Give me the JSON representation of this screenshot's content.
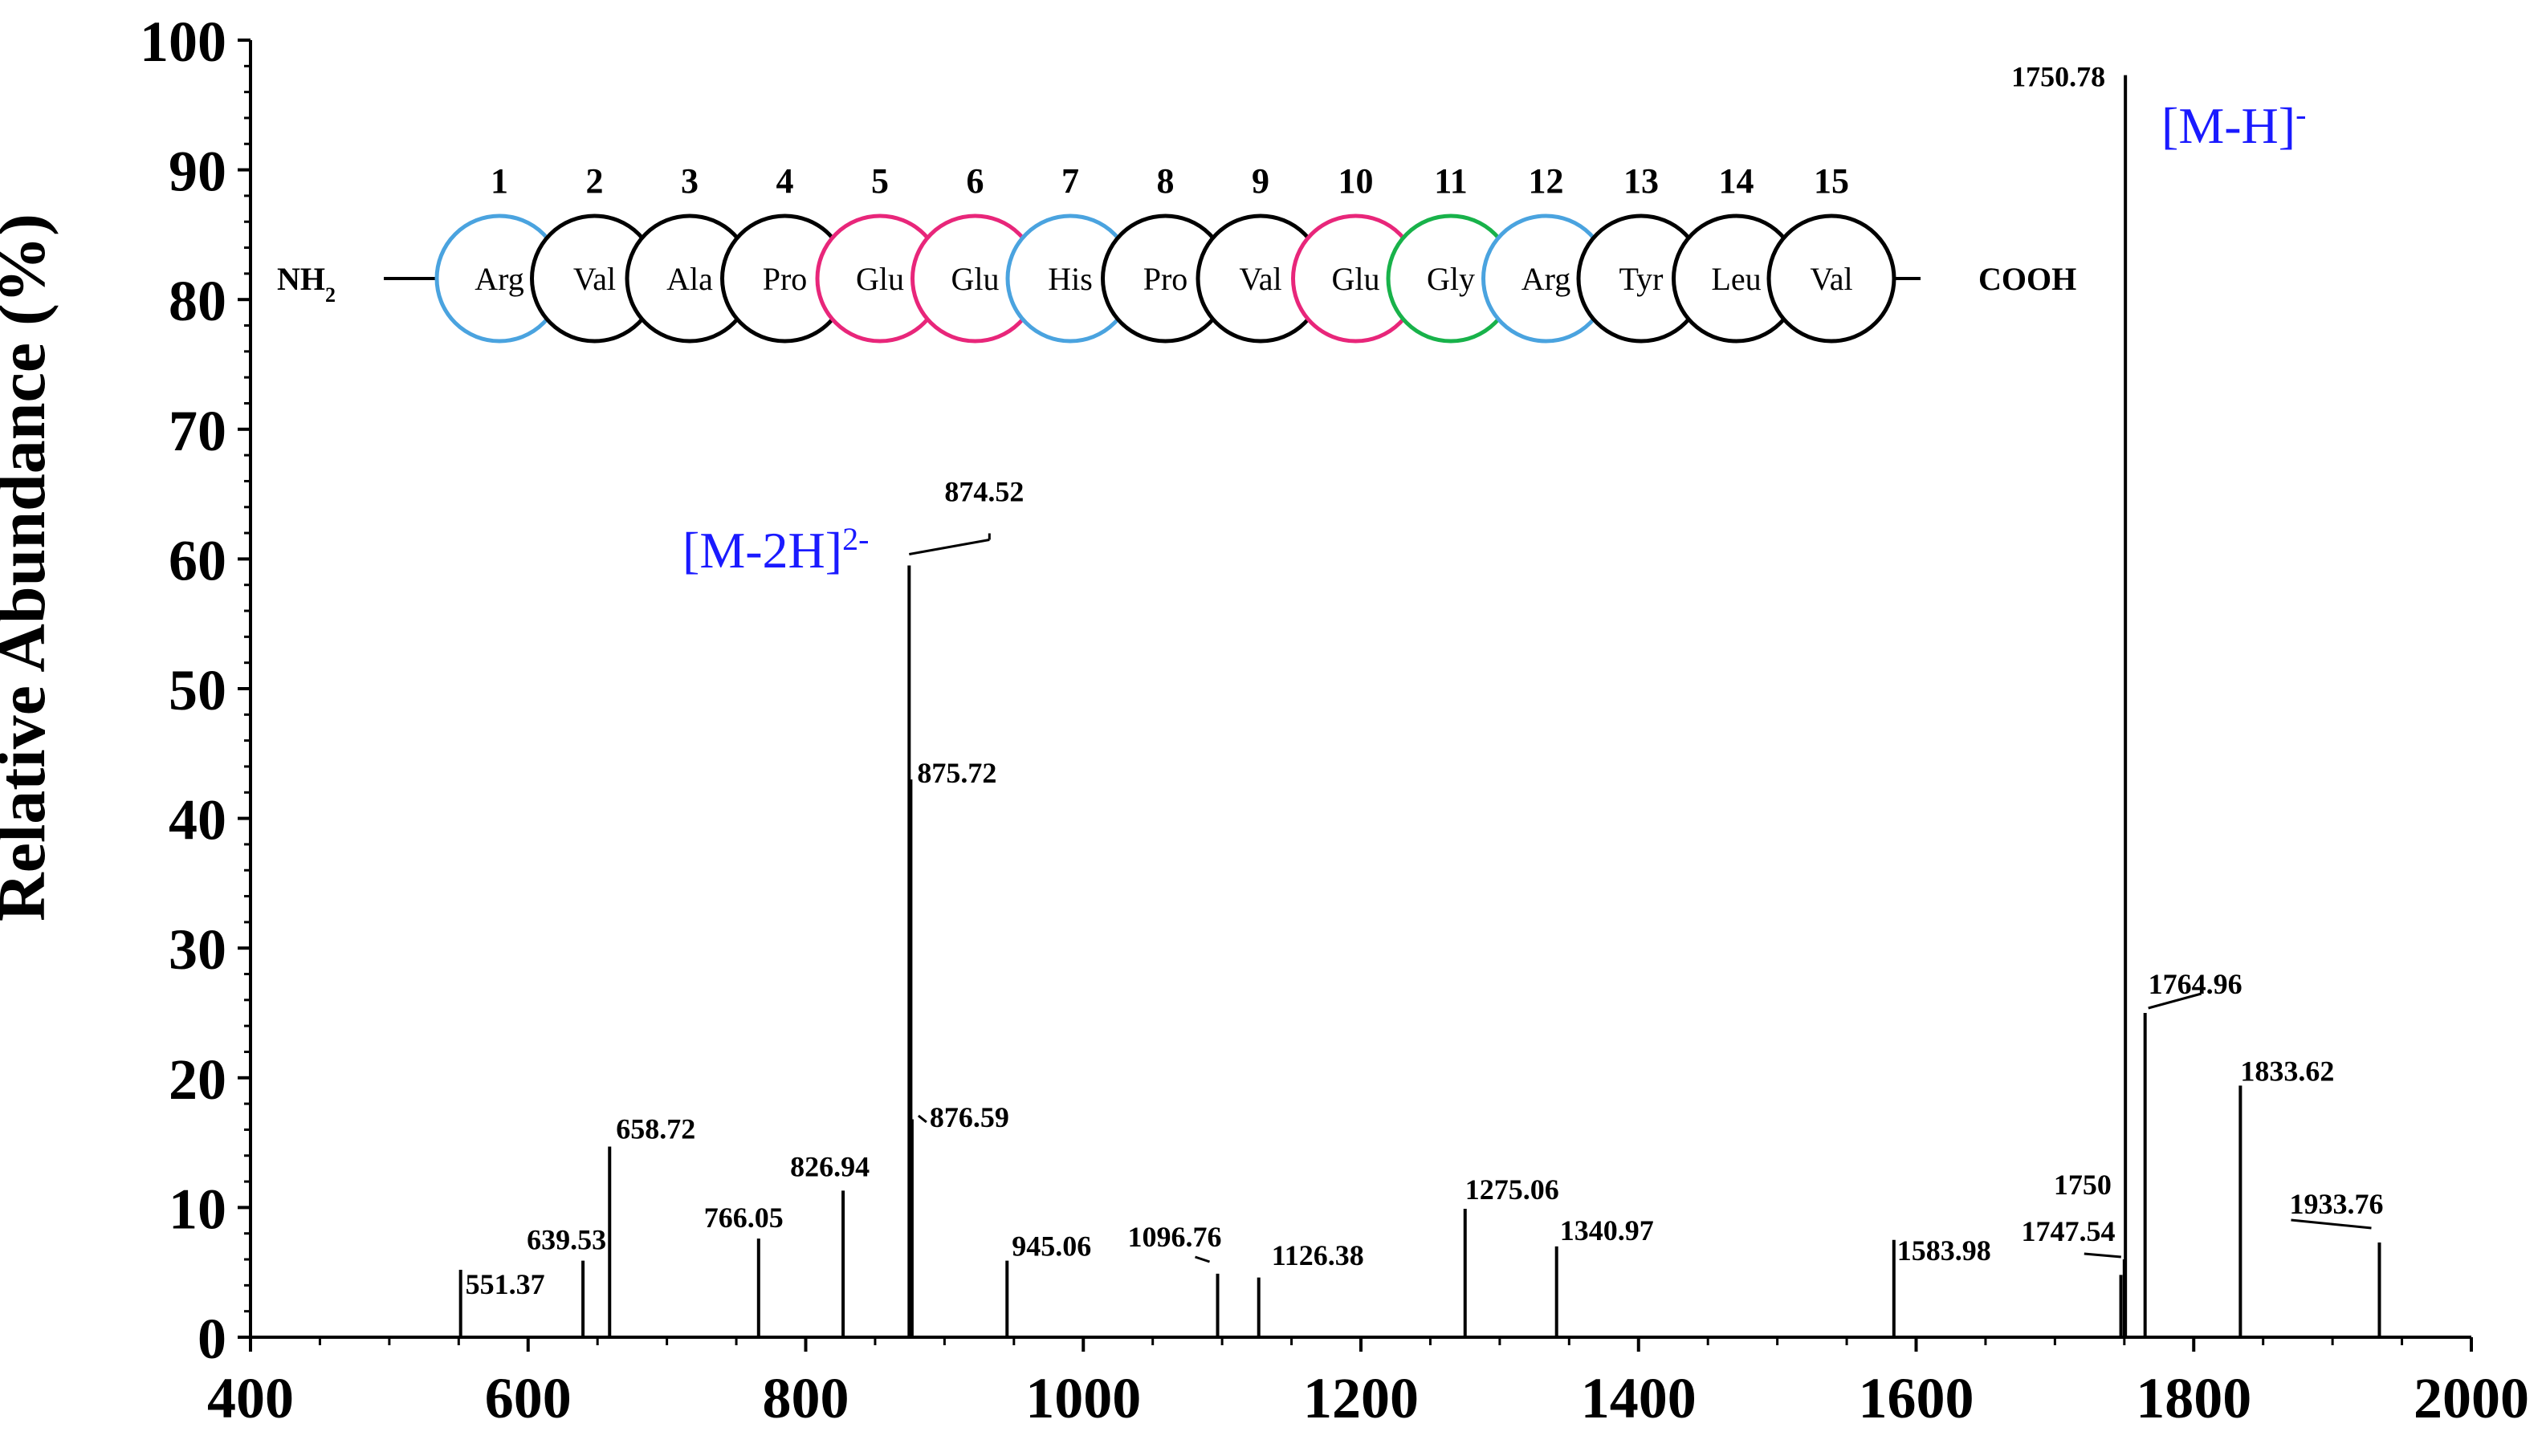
{
  "chart_data": {
    "type": "bar",
    "ylabel": "Relative Abundance (%)",
    "xlabel": "",
    "xlim": [
      400,
      2000
    ],
    "ylim": [
      0,
      100
    ],
    "x_ticks": [
      400,
      600,
      800,
      1000,
      1200,
      1400,
      1600,
      1800,
      2000
    ],
    "y_ticks": [
      0,
      10,
      20,
      30,
      40,
      50,
      60,
      70,
      80,
      90,
      100
    ],
    "grid": false,
    "series": [
      {
        "peaks": [
          {
            "mz": 551.37,
            "abundance": 5.2,
            "label": "551.37"
          },
          {
            "mz": 639.53,
            "abundance": 5.9,
            "label": "639.53"
          },
          {
            "mz": 658.72,
            "abundance": 14.7,
            "label": "658.72"
          },
          {
            "mz": 766.05,
            "abundance": 7.6,
            "label": "766.05"
          },
          {
            "mz": 826.94,
            "abundance": 11.3,
            "label": "826.94"
          },
          {
            "mz": 874.52,
            "abundance": 59.5,
            "label": "874.52"
          },
          {
            "mz": 875.72,
            "abundance": 43.0,
            "label": "875.72"
          },
          {
            "mz": 876.59,
            "abundance": 16.8,
            "label": "876.59"
          },
          {
            "mz": 945.06,
            "abundance": 5.9,
            "label": "945.06"
          },
          {
            "mz": 1096.76,
            "abundance": 4.9,
            "label": "1096.76"
          },
          {
            "mz": 1126.38,
            "abundance": 4.6,
            "label": "1126.38"
          },
          {
            "mz": 1275.06,
            "abundance": 9.9,
            "label": "1275.06"
          },
          {
            "mz": 1340.97,
            "abundance": 7.0,
            "label": "1340.97"
          },
          {
            "mz": 1583.98,
            "abundance": 7.5,
            "label": "1583.98"
          },
          {
            "mz": 1747.54,
            "abundance": 4.8,
            "label": "1747.54"
          },
          {
            "mz": 1750,
            "abundance": 6.0,
            "label": "1750"
          },
          {
            "mz": 1750.78,
            "abundance": 97.3,
            "label": "1750.78"
          },
          {
            "mz": 1764.96,
            "abundance": 25.0,
            "label": "1764.96"
          },
          {
            "mz": 1833.62,
            "abundance": 19.4,
            "label": "1833.62"
          },
          {
            "mz": 1933.76,
            "abundance": 7.3,
            "label": "1933.76"
          }
        ]
      }
    ],
    "annotations": [
      {
        "base": "[M-2H]",
        "sup": "2-",
        "color": "#1a1aff"
      },
      {
        "base": "[M-H]",
        "sup": "-",
        "color": "#1a1aff"
      }
    ]
  },
  "peptide": {
    "n_terminus": "NH",
    "n_terminus_sub": "2",
    "c_terminus": "COOH",
    "residues": [
      {
        "pos": "1",
        "name": "Arg",
        "color": "#4aa3df"
      },
      {
        "pos": "2",
        "name": "Val",
        "color": "#000000"
      },
      {
        "pos": "3",
        "name": "Ala",
        "color": "#000000"
      },
      {
        "pos": "4",
        "name": "Pro",
        "color": "#000000"
      },
      {
        "pos": "5",
        "name": "Glu",
        "color": "#e8267a"
      },
      {
        "pos": "6",
        "name": "Glu",
        "color": "#e8267a"
      },
      {
        "pos": "7",
        "name": "His",
        "color": "#4aa3df"
      },
      {
        "pos": "8",
        "name": "Pro",
        "color": "#000000"
      },
      {
        "pos": "9",
        "name": "Val",
        "color": "#000000"
      },
      {
        "pos": "10",
        "name": "Glu",
        "color": "#e8267a"
      },
      {
        "pos": "11",
        "name": "Gly",
        "color": "#18b24a"
      },
      {
        "pos": "12",
        "name": "Arg",
        "color": "#4aa3df"
      },
      {
        "pos": "13",
        "name": "Tyr",
        "color": "#000000"
      },
      {
        "pos": "14",
        "name": "Leu",
        "color": "#000000"
      },
      {
        "pos": "15",
        "name": "Val",
        "color": "#000000"
      }
    ]
  }
}
